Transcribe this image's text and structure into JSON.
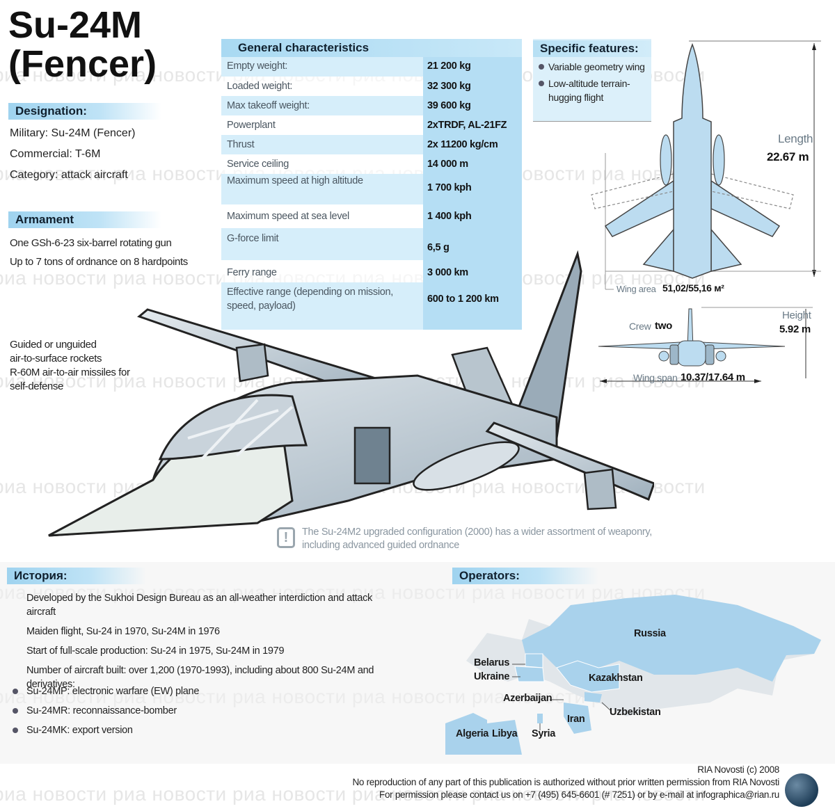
{
  "title": {
    "line1": "Su-24M",
    "line2": "(Fencer)"
  },
  "designation": {
    "heading": "Designation:",
    "military": "Military: Su-24M (Fencer)",
    "commercial": "Commercial: T-6M",
    "category": "Category: attack aircraft"
  },
  "armament": {
    "heading": "Armament",
    "items": [
      "One GSh-6-23 six-barrel rotating gun",
      "Up to 7 tons of ordnance on 8 hardpoints"
    ],
    "weapons_note": [
      "Guided or unguided",
      "air-to-surface rockets",
      "R-60M air-to-air missiles for",
      "self-defense"
    ]
  },
  "general": {
    "heading": "General characteristics",
    "rows": [
      {
        "label": "Empty weight:",
        "value": "21 200 kg"
      },
      {
        "label": "Loaded weight:",
        "value": "32 300 kg"
      },
      {
        "label": "Max takeoff weight:",
        "value": "39 600 kg"
      },
      {
        "label": "Powerplant",
        "value": "2xTRDF, AL-21FZ"
      },
      {
        "label": "Thrust",
        "value": "2x 11200 kg/cm"
      },
      {
        "label": "Service ceiling",
        "value": "14 000 m"
      },
      {
        "label": "Maximum speed at high altitude",
        "value": "1 700 kph"
      },
      {
        "label": "Maximum speed at sea level",
        "value": "1 400 kph"
      },
      {
        "label": "G-force limit",
        "value": "6,5 g"
      },
      {
        "label": "Ferry range",
        "value": "3 000 km"
      },
      {
        "label": "Effective range (depending on mission, speed, payload)",
        "value": "600 to 1 200 km"
      }
    ]
  },
  "features": {
    "heading": "Specific features:",
    "items": [
      "Variable geometry wing",
      "Low-altitude terrain-hugging flight"
    ]
  },
  "dimensions": {
    "length_label": "Length",
    "length_value": "22.67 m",
    "wing_area_label": "Wing area",
    "wing_area_value": "51,02/55,16 м²",
    "crew_label": "Crew",
    "crew_value": "two",
    "height_label": "Height",
    "height_value": "5.92 m",
    "wingspan_label": "Wing span",
    "wingspan_value": "10.37/17.64 m"
  },
  "note": {
    "icon": "exclamation-icon",
    "line1": "The Su-24M2 upgraded configuration (2000) has a wider assortment of weaponry,",
    "line2": "including advanced guided ordnance"
  },
  "history": {
    "heading": "История:",
    "items": [
      "Developed by the Sukhoi Design Bureau as an all-weather interdiction and attack aircraft",
      "Maiden flight, Su-24 in 1970, Su-24M in 1976",
      "Start of full-scale production: Su-24 in 1975, Su-24M in 1979",
      "Number of aircraft built: over 1,200 (1970-1993), including about 800 Su-24M and derivatives:"
    ],
    "variants": [
      "Su-24MP: electronic warfare (EW) plane",
      "Su-24MR: reconnaissance-bomber",
      "Su-24MK: export version"
    ]
  },
  "operators": {
    "heading": "Operators:",
    "countries": [
      "Russia",
      "Belarus",
      "Ukraine",
      "Kazakhstan",
      "Azerbaijan",
      "Uzbekistan",
      "Iran",
      "Algeria",
      "Libya",
      "Syria"
    ]
  },
  "footer": {
    "copyright": "RIA Novosti (c) 2008",
    "line2": "No reproduction of any part of this publication is authorized without prior written permission from RIA Novosti",
    "line3": "For permission please contact us on +7 (495) 645-6601 (# 7251) or by e-mail at infographica@rian.ru"
  },
  "watermark": {
    "text": "риа новости риа новости риа новости риа новости риа новости риа новости"
  },
  "colors": {
    "accent_blue": "#a9d9f2",
    "value_column": "#b5def4",
    "map_blue": "#9fcbe6",
    "plane_gray": "#b9c6d0"
  }
}
